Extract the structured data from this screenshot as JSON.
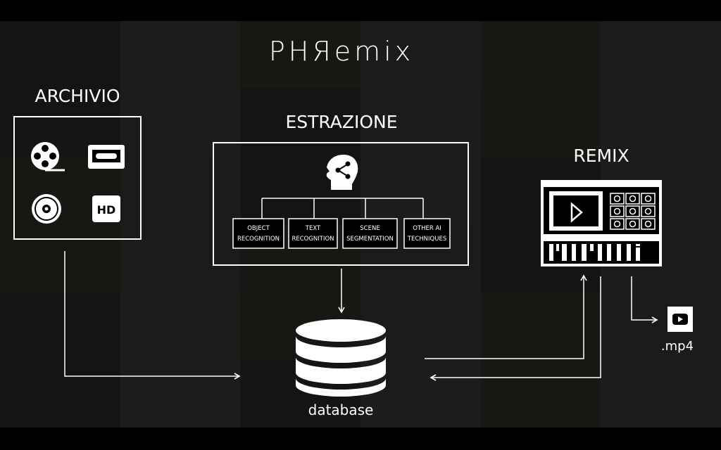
{
  "title": "PHЯemix",
  "archive": {
    "label": "ARCHIVIO",
    "icons": [
      "film-reel-icon",
      "cassette-icon",
      "disc-icon",
      "hd-icon"
    ],
    "hd_text": "HD"
  },
  "extraction": {
    "label": "ESTRAZIONE",
    "techniques": [
      {
        "line1": "OBJECT",
        "line2": "RECOGNITION"
      },
      {
        "line1": "TEXT",
        "line2": "RECOGNITION"
      },
      {
        "line1": "SCENE",
        "line2": "SEGMENTATION"
      },
      {
        "line1": "OTHER AI",
        "line2": "TECHNIQUES"
      }
    ]
  },
  "database": {
    "label": "database"
  },
  "remix": {
    "label": "REMIX"
  },
  "output": {
    "label": ".mp4"
  },
  "colors": {
    "foreground": "#ffffff",
    "background": "#000000"
  }
}
